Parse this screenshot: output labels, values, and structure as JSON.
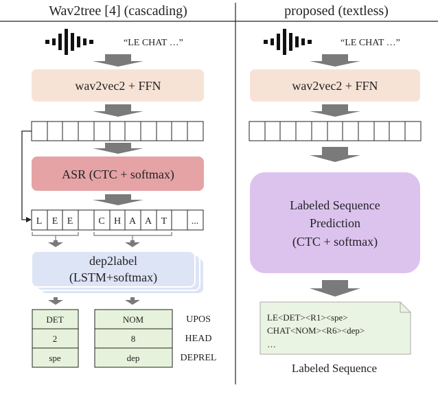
{
  "left_panel": {
    "title": "Wav2tree [4] (cascading)",
    "transcript": "“LE CHAT …”",
    "encoder_label": "wav2vec2 + FFN",
    "asr_label": "ASR (CTC + softmax)",
    "char_cells": [
      "L",
      "E",
      "E",
      "",
      "C",
      "H",
      "A",
      "A",
      "T",
      "",
      "..."
    ],
    "dep2label_line1": "dep2label",
    "dep2label_line2": "(LSTM+softmax)",
    "table_word1": [
      "DET",
      "2",
      "spe"
    ],
    "table_word2": [
      "NOM",
      "8",
      "dep"
    ],
    "row_labels": [
      "UPOS",
      "HEAD",
      "DEPREL"
    ]
  },
  "right_panel": {
    "title": "proposed (textless)",
    "transcript": "“LE CHAT …”",
    "encoder_label": "wav2vec2 + FFN",
    "lsp_line1": "Labeled Sequence",
    "lsp_line2": "Prediction",
    "lsp_line3": "(CTC + softmax)",
    "output_line1": "LE<DET><R1><spe>",
    "output_line2": "CHAT<NOM><R6><dep>",
    "output_line3": "…",
    "caption": "Labeled Sequence"
  },
  "colors": {
    "encoder_fill": "#f7e3d6",
    "asr_fill": "#e5a3a6",
    "dep2label_fill": "#dde4f6",
    "lsp_fill": "#dcc3ee",
    "table_fill": "#e6f2dc",
    "output_fill": "#eaf4e2",
    "arrow_gray": "#7a7a7a",
    "waveform": "#111111"
  }
}
